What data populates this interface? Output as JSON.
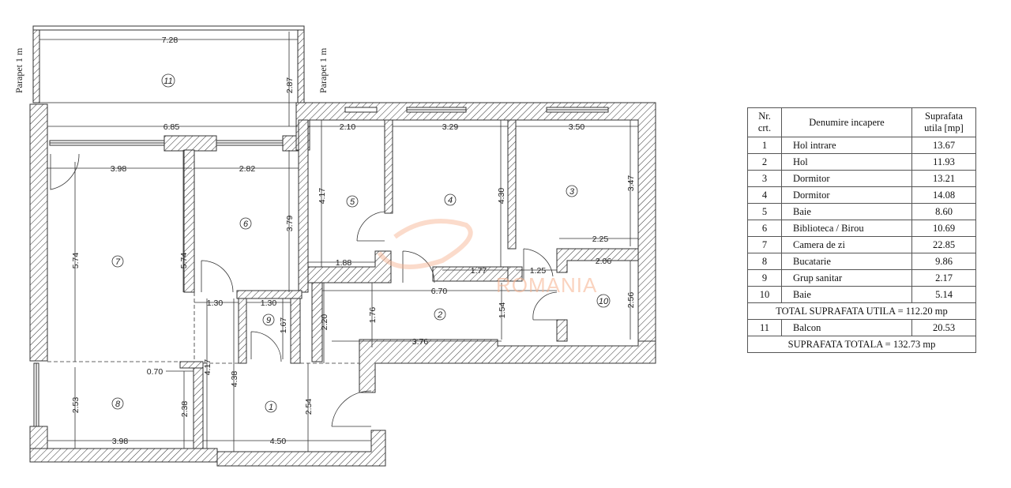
{
  "plan": {
    "parapet_label": "Parapet 1 m",
    "watermark": "ROMANIA",
    "rooms": [
      "1",
      "2",
      "3",
      "4",
      "5",
      "6",
      "7",
      "8",
      "9",
      "10",
      "11"
    ],
    "dims": {
      "balcony_width": "7.28",
      "balcony_depth": "2.87",
      "balcony_inner": "6.85",
      "r7_width": "3.98",
      "r7_len": "5.74",
      "r7_len2": "5.74",
      "r6_width": "2.82",
      "r6_len": "3.79",
      "r5_width": "2.10",
      "r5_len": "4.17",
      "r5_bottom": "1.88",
      "r4_width": "3.29",
      "r4_len": "4.30",
      "r4_bottom": "1.77",
      "r3_width": "3.50",
      "r3_len": "3.47",
      "r3_bottom": "2.25",
      "r3_step": "1.25",
      "r10_width": "2.06",
      "r10_len": "2.56",
      "r2_width": "6.70",
      "r2_h1": "1.76",
      "r2_h2": "1.54",
      "r2_h3": "2.20",
      "r2_bottom": "3.76",
      "r9_width": "1.30",
      "r9_len": "1.67",
      "pass_width": "1.30",
      "r8_width": "3.98",
      "r8_len": "2.53",
      "r8_len2": "2.38",
      "r8_step": "0.70",
      "r1_width": "4.50",
      "r1_len": "4.38",
      "r1_len2": "2.54",
      "r1_len3": "4.17"
    }
  },
  "table": {
    "headers": [
      "Nr. crt.",
      "Denumire incapere",
      "Suprafata utila [mp]"
    ],
    "rows": [
      {
        "nr": "1",
        "name": "Hol intrare",
        "area": "13.67"
      },
      {
        "nr": "2",
        "name": "Hol",
        "area": "11.93"
      },
      {
        "nr": "3",
        "name": "Dormitor",
        "area": "13.21"
      },
      {
        "nr": "4",
        "name": "Dormitor",
        "area": "14.08"
      },
      {
        "nr": "5",
        "name": "Baie",
        "area": "8.60"
      },
      {
        "nr": "6",
        "name": "Biblioteca / Birou",
        "area": "10.69"
      },
      {
        "nr": "7",
        "name": "Camera de zi",
        "area": "22.85"
      },
      {
        "nr": "8",
        "name": "Bucatarie",
        "area": "9.86"
      },
      {
        "nr": "9",
        "name": "Grup sanitar",
        "area": "2.17"
      },
      {
        "nr": "10",
        "name": "Baie",
        "area": "5.14"
      }
    ],
    "total_util": "TOTAL SUPRAFATA UTILA = 112.20 mp",
    "balcony_row": {
      "nr": "11",
      "name": "Balcon",
      "area": "20.53"
    },
    "total": "SUPRAFATA TOTALA = 132.73 mp"
  }
}
